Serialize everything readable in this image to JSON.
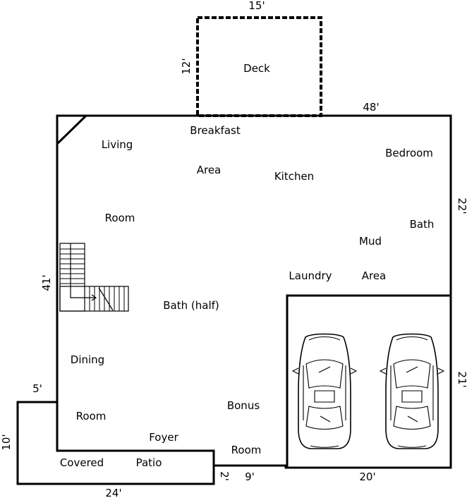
{
  "rooms": {
    "deck": "Deck",
    "breakfast": "Breakfast",
    "breakfast_area": "Area",
    "living": "Living",
    "living_room": "Room",
    "kitchen": "Kitchen",
    "bedroom": "Bedroom",
    "bath": "Bath",
    "mud": "Mud",
    "mud_area": "Area",
    "laundry": "Laundry",
    "bath_half": "Bath (half)",
    "dining": "Dining",
    "dining_room": "Room",
    "bonus": "Bonus",
    "bonus_room": "Room",
    "foyer": "Foyer",
    "covered": "Covered",
    "patio": "Patio"
  },
  "dimensions": {
    "deck_width": "15'",
    "deck_depth": "12'",
    "house_width": "48'",
    "right_upper": "22'",
    "left_height": "41'",
    "garage_depth": "21'",
    "garage_width": "20'",
    "patio_offset": "5'",
    "patio_depth": "10'",
    "patio_width": "24'",
    "step_small": "2'",
    "step_nine": "9'"
  },
  "colors": {
    "lines": "#000000",
    "background": "#ffffff"
  }
}
